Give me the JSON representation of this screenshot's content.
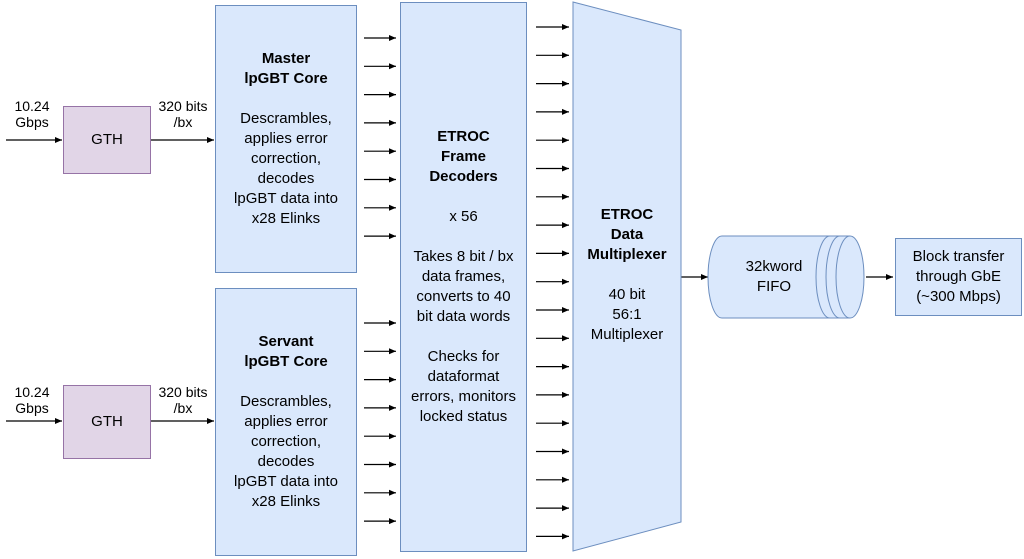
{
  "inputs": [
    {
      "rate_line1": "10.24",
      "rate_line2": "Gbps",
      "bits_line1": "320 bits",
      "bits_line2": "/bx"
    },
    {
      "rate_line1": "10.24",
      "rate_line2": "Gbps",
      "bits_line1": "320 bits",
      "bits_line2": "/bx"
    }
  ],
  "gth": [
    {
      "label": "GTH"
    },
    {
      "label": "GTH"
    }
  ],
  "master_core": {
    "title_line1": "Master",
    "title_line2": "lpGBT Core",
    "desc_lines": [
      "Descrambles,",
      "applies error",
      "correction,",
      "decodes",
      "lpGBT data into",
      "x28 Elinks"
    ]
  },
  "servant_core": {
    "title_line1": "Servant",
    "title_line2": "lpGBT Core",
    "desc_lines": [
      "Descrambles,",
      "applies error",
      "correction,",
      "decodes",
      "lpGBT data into",
      "x28 Elinks"
    ]
  },
  "frame_decoders": {
    "title_lines": [
      "ETROC",
      "Frame",
      "Decoders"
    ],
    "count": "x 56",
    "desc1_lines": [
      "Takes 8 bit / bx",
      "data frames,",
      "converts to 40",
      "bit data words"
    ],
    "desc2_lines": [
      "Checks for",
      "dataformat",
      "errors, monitors",
      "locked status"
    ]
  },
  "multiplexer": {
    "title_lines": [
      "ETROC",
      "Data",
      "Multiplexer"
    ],
    "desc_lines": [
      "40 bit",
      "56:1",
      "Multiplexer"
    ]
  },
  "fifo": {
    "line1": "32kword",
    "line2": "FIFO"
  },
  "output": {
    "lines": [
      "Block transfer",
      "through GbE",
      "(~300 Mbps)"
    ]
  },
  "colors": {
    "blue_fill": "#dae8fc",
    "blue_stroke": "#6c8ebf",
    "purple_fill": "#e1d5e7",
    "purple_stroke": "#9673a6"
  }
}
